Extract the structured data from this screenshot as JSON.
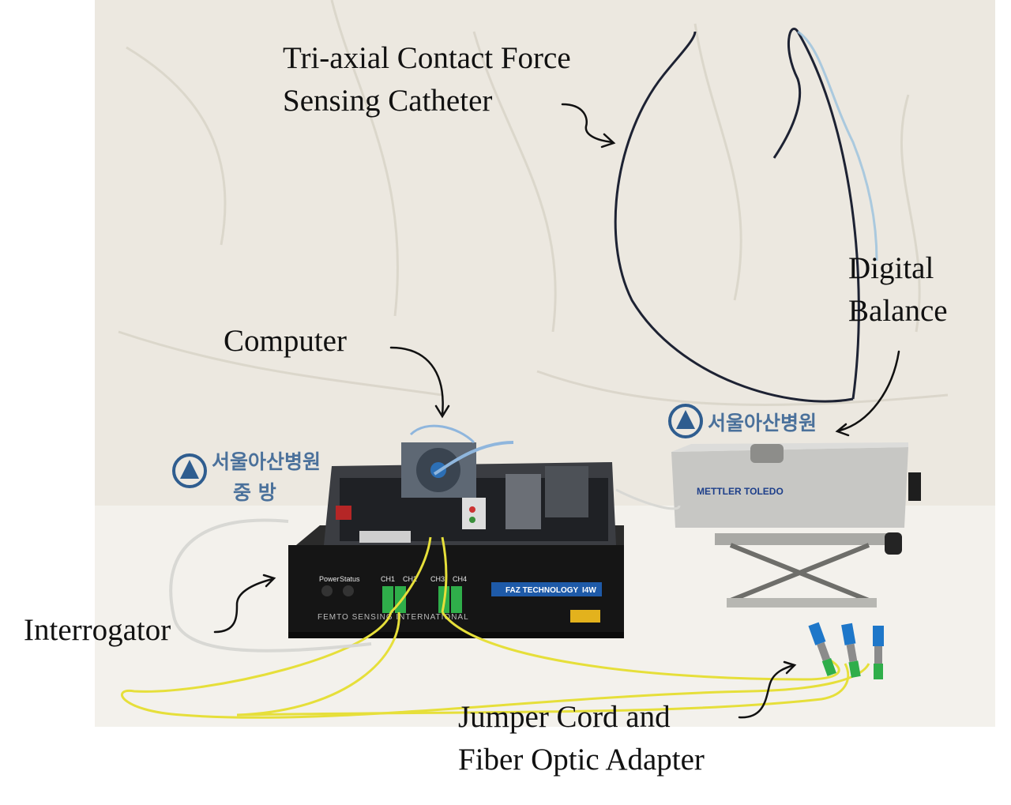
{
  "labels": {
    "catheter": [
      "Tri-axial Contact Force",
      "Sensing Catheter"
    ],
    "computer": "Computer",
    "balance": [
      "Digital",
      "Balance"
    ],
    "interrogator": "Interrogator",
    "jumper": [
      "Jumper Cord and",
      "Fiber Optic Adapter"
    ]
  },
  "device_text": {
    "power": "Power",
    "status": "Status",
    "ch1": "CH1",
    "ch2": "CH2",
    "ch3": "CH3",
    "ch4": "CH4",
    "femto_brand": "FEMTO SENSING INTERNATIONAL",
    "faz_brand": "FAZ TECHNOLOGY",
    "faz_model": "I4W",
    "balance_brand": "METTLER TOLEDO"
  },
  "cloth_text": {
    "left_hospital": "서울아산병원",
    "left_dept": "중 방",
    "right_hospital": "서울아산병원"
  },
  "colors": {
    "cloth": "#ece8e0",
    "fiber": "#e6df3a",
    "interrogator_body": "#151515",
    "balance_steel": "#c7c7c4",
    "cloth_logo": "#2f5d8f"
  }
}
